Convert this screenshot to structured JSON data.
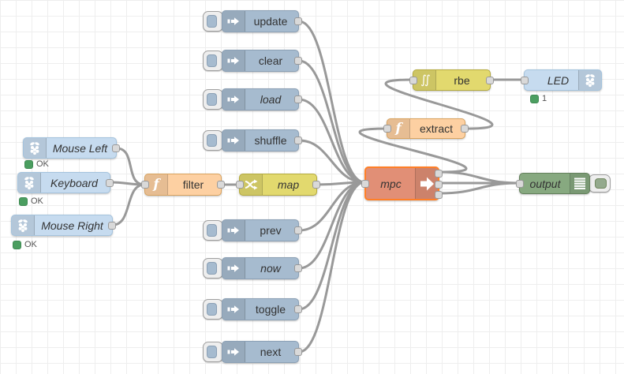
{
  "app": {
    "view": "flow-editor-canvas"
  },
  "nodes": {
    "update": {
      "label": "update",
      "type": "inject"
    },
    "clear": {
      "label": "clear",
      "type": "inject"
    },
    "load": {
      "label": "load",
      "type": "inject"
    },
    "shuffle": {
      "label": "shuffle",
      "type": "inject"
    },
    "prev": {
      "label": "prev",
      "type": "inject"
    },
    "now": {
      "label": "now",
      "type": "inject"
    },
    "toggle": {
      "label": "toggle",
      "type": "inject"
    },
    "next": {
      "label": "next",
      "type": "inject"
    },
    "mouse_left": {
      "label": "Mouse Left",
      "type": "rpi-input",
      "status": "OK"
    },
    "keyboard": {
      "label": "Keyboard",
      "type": "rpi-input",
      "status": "OK"
    },
    "mouse_right": {
      "label": "Mouse Right",
      "type": "rpi-input",
      "status": "OK"
    },
    "filter": {
      "label": "filter",
      "type": "function"
    },
    "map": {
      "label": "map",
      "type": "switch"
    },
    "mpc": {
      "label": "mpc",
      "type": "mpc",
      "selected": true,
      "outputs": 3
    },
    "extract": {
      "label": "extract",
      "type": "function"
    },
    "rbe": {
      "label": "rbe",
      "type": "rbe"
    },
    "led": {
      "label": "LED",
      "type": "rpi-output",
      "status": "1"
    },
    "output": {
      "label": "output",
      "type": "debug"
    }
  },
  "icons": {
    "function_glyph": "f",
    "rbe_glyph": "∫∫"
  },
  "colors": {
    "inject": "#a6bbcf",
    "rpi": "#c6dbef",
    "function": "#fdd0a2",
    "switch_rbe": "#e2d96e",
    "mpc_fill": "#e18f76",
    "mpc_selected_border": "#ff7f27",
    "debug": "#87a980",
    "wire": "#999999",
    "status_green": "#4b9e60",
    "grid_line": "#eeeeee"
  }
}
